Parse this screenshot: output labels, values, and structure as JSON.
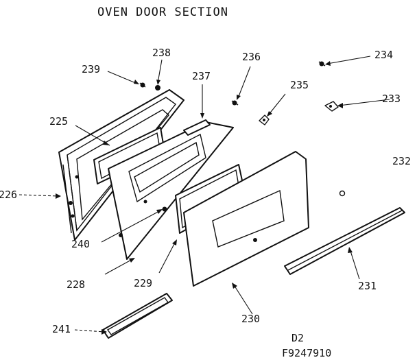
{
  "title": "OVEN DOOR SECTION",
  "footer": {
    "line1": "D2",
    "line2": "F9247910"
  },
  "callouts": {
    "p225": "225",
    "p226": "226",
    "p228": "228",
    "p229": "229",
    "p230": "230",
    "p231": "231",
    "p232": "232",
    "p233": "233",
    "p234": "234",
    "p235": "235",
    "p236": "236",
    "p237": "237",
    "p238": "238",
    "p239": "239",
    "p240": "240",
    "p241": "241"
  }
}
